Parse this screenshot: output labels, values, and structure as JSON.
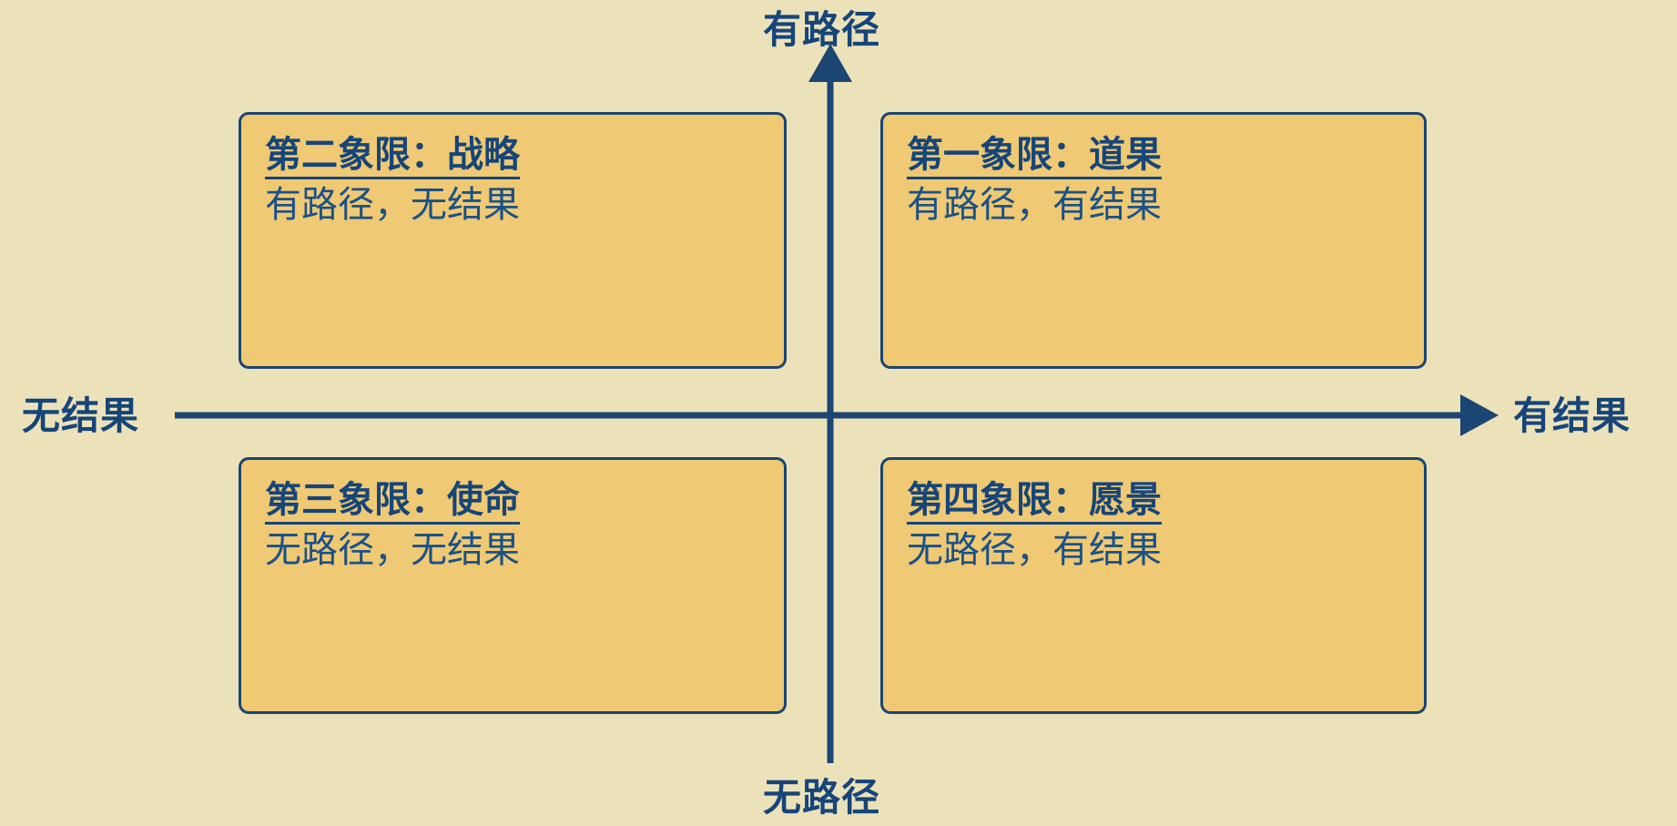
{
  "canvas": {
    "background_color": "#ECE2BA",
    "box_fill_color": "#EFC974",
    "stroke_color": "#1B4572",
    "title_color": "#164579",
    "subtitle_color": "#1B5187"
  },
  "axes": {
    "vertical": {
      "top_label": "有路径",
      "bottom_label": "无路径",
      "arrow_direction": "up"
    },
    "horizontal": {
      "left_label": "无结果",
      "right_label": "有结果",
      "arrow_direction": "right"
    }
  },
  "quadrants": [
    {
      "id": "quadrant-1",
      "position": "top-right",
      "title": "第一象限：道果",
      "subtitle": "有路径，有结果"
    },
    {
      "id": "quadrant-2",
      "position": "top-left",
      "title": "第二象限：战略",
      "subtitle": "有路径，无结果"
    },
    {
      "id": "quadrant-3",
      "position": "bottom-left",
      "title": "第三象限：使命",
      "subtitle": "无路径，无结果"
    },
    {
      "id": "quadrant-4",
      "position": "bottom-right",
      "title": "第四象限：愿景",
      "subtitle": "无路径，有结果"
    }
  ]
}
